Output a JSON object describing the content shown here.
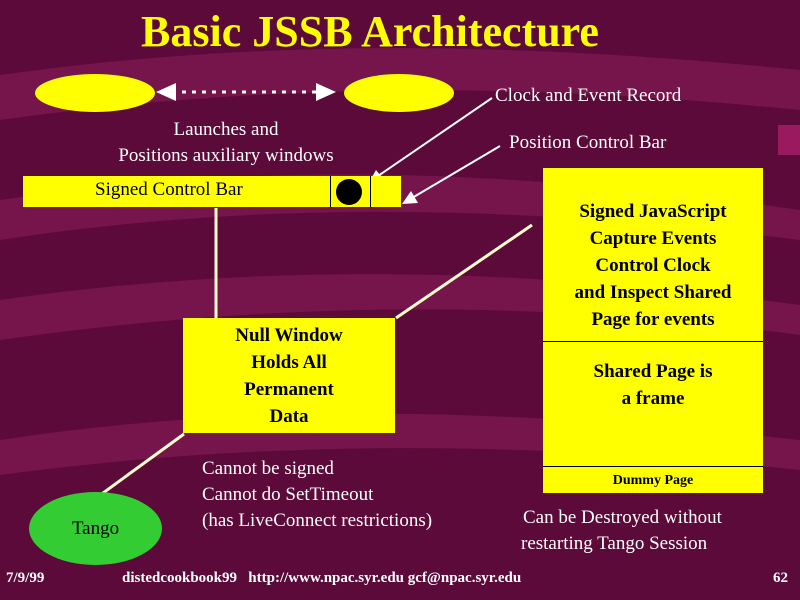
{
  "slide": {
    "title": "Basic JSSB Architecture",
    "clock_label": "Clock and Event Record",
    "launches_line1": "Launches and",
    "launches_line2": "Positions auxiliary windows",
    "position_label": "Position Control Bar",
    "signed_control_bar": "Signed Control Bar",
    "signed_js": [
      "Signed JavaScript",
      "Capture Events",
      "Control Clock",
      "and Inspect Shared",
      "Page for events"
    ],
    "shared_page": [
      "Shared Page is",
      "a frame"
    ],
    "dummy_page": "Dummy Page",
    "null_window": [
      "Null Window",
      "Holds All",
      "Permanent",
      "Data"
    ],
    "cannot": [
      "Cannot be signed",
      "Cannot do SetTimeout",
      "(has LiveConnect restrictions)"
    ],
    "destroyed": [
      "Can be Destroyed without",
      "restarting Tango Session"
    ],
    "tango": "Tango"
  },
  "footer": {
    "date": "7/9/99",
    "center": "distedcookbook99   http://www.npac.syr.edu gcf@npac.syr.edu",
    "page": "62"
  },
  "colors": {
    "background": "#5c0a3a",
    "swoosh": "#7a1650",
    "title": "#ffff00",
    "box": "#ffff00",
    "tango": "#33cc33",
    "text": "#ffffff"
  }
}
